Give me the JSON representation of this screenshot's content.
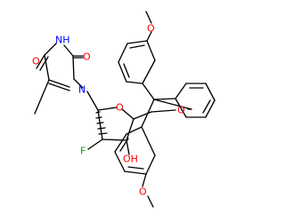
{
  "molecule": {
    "colors": {
      "carbon_bond": "#000000",
      "oxygen": "#ff0000",
      "nitrogen": "#0000ff",
      "fluorine": "#00aa00"
    },
    "labels": {
      "uracil_c4_oxygen": "O",
      "uracil_n3h": "NH",
      "uracil_c2_oxygen": "O",
      "uracil_n1": "N",
      "sugar_ring_oxygen": "O",
      "fluorine": "F",
      "hydroxyl": "OH",
      "trityl_ether_oxygen": "O",
      "top_methoxy_oxygen": "O",
      "bottom_methoxy_oxygen": "O"
    }
  }
}
